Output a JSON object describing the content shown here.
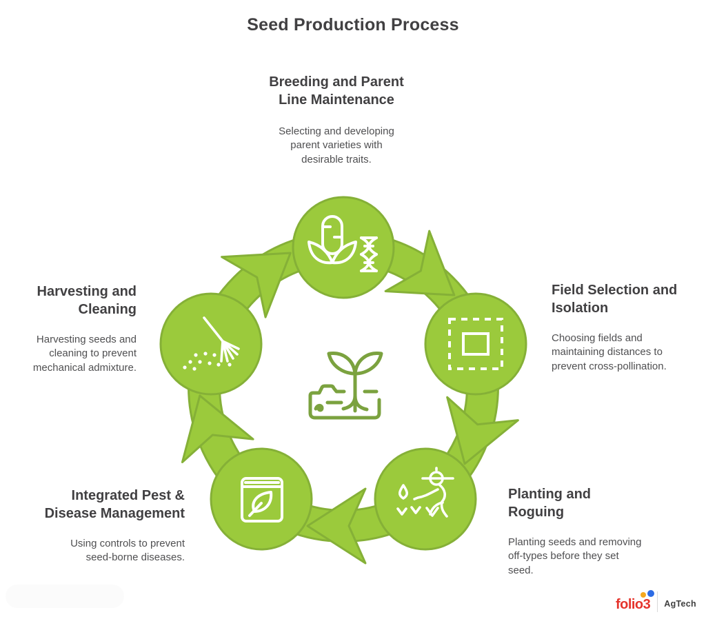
{
  "title": "Seed Production Process",
  "colors": {
    "cycle_green": "#9bca3c",
    "cycle_green_edge": "#85b037",
    "center_icon_olive": "#7ba23f",
    "heading_text": "#414042",
    "body_text": "#4f4f51",
    "logo_red": "#e5342c",
    "logo_dot_yellow": "#f5a81f",
    "logo_dot_blue": "#2d6ce5"
  },
  "stages": [
    {
      "id": "breeding",
      "title": "Breeding and Parent Line Maintenance",
      "description": "Selecting and developing parent varieties with desirable traits.",
      "icon": "corn-dna-icon",
      "position": "top"
    },
    {
      "id": "field-selection",
      "title": "Field Selection and Isolation",
      "description": "Choosing fields and maintaining distances to prevent cross-pollination.",
      "icon": "field-plot-icon",
      "position": "right"
    },
    {
      "id": "planting-roguing",
      "title": "Planting and Roguing",
      "description": "Planting seeds and removing off-types before they set seed.",
      "icon": "farmer-planting-icon",
      "position": "bottom-right"
    },
    {
      "id": "ipm",
      "title": "Integrated Pest & Disease Management",
      "description": "Using controls to prevent seed-borne diseases.",
      "icon": "book-leaf-icon",
      "position": "bottom-left"
    },
    {
      "id": "harvesting",
      "title": "Harvesting and Cleaning",
      "description": "Harvesting seeds and cleaning to prevent mechanical admixture.",
      "icon": "rake-seeds-icon",
      "position": "left"
    }
  ],
  "center_icon": "seedling-soil-icon",
  "logo": {
    "brand": "folio3",
    "division": "AgTech"
  }
}
